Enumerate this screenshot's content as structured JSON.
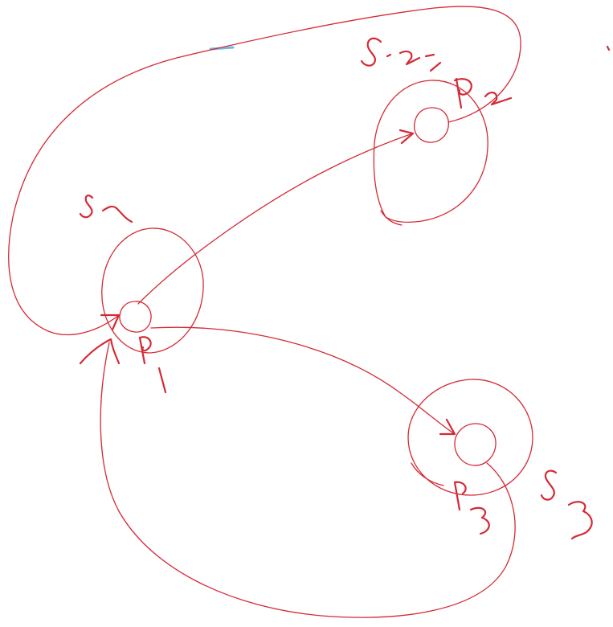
{
  "colors": {
    "ink": "#d42a35",
    "background": "#ffffff",
    "stray_mark": "#6fb8e0"
  },
  "labels": {
    "s1": "S1",
    "s2": "S2",
    "s3": "S3",
    "p1": "P1",
    "p2": "P2",
    "p3": "P3"
  },
  "nodes": [
    {
      "id": "s1",
      "label": "S1",
      "outer_circle": true,
      "inner_port": "P1"
    },
    {
      "id": "s2",
      "label": "S2",
      "outer_circle": true,
      "inner_port": "P2"
    },
    {
      "id": "s3",
      "label": "S3",
      "outer_circle": true,
      "inner_port": "P3"
    }
  ],
  "edges": [
    {
      "from": "P1",
      "to": "P2",
      "arrow": true
    },
    {
      "from": "P1",
      "to": "P3",
      "arrow": true
    },
    {
      "from": "P2",
      "to": "P1",
      "arrow": true
    },
    {
      "from": "P3",
      "to": "P1",
      "arrow": true
    }
  ]
}
